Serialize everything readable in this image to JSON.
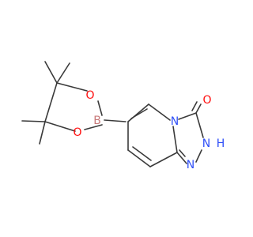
{
  "molecule": {
    "atoms": {
      "boron": "B",
      "oxygen_top": "O",
      "oxygen_bottom": "O",
      "carbonyl_oxygen": "O",
      "pyridine_nitrogen": "N",
      "triazole_nitrogen_1": "N",
      "triazole_nitrogen_2": "N",
      "hydrogen": "H"
    },
    "colors": {
      "bond": "#3a3a3a",
      "carbon": "#3a3a3a",
      "oxygen": "#ff0d0d",
      "nitrogen": "#3050f8",
      "boron": "#c87a7a"
    }
  }
}
